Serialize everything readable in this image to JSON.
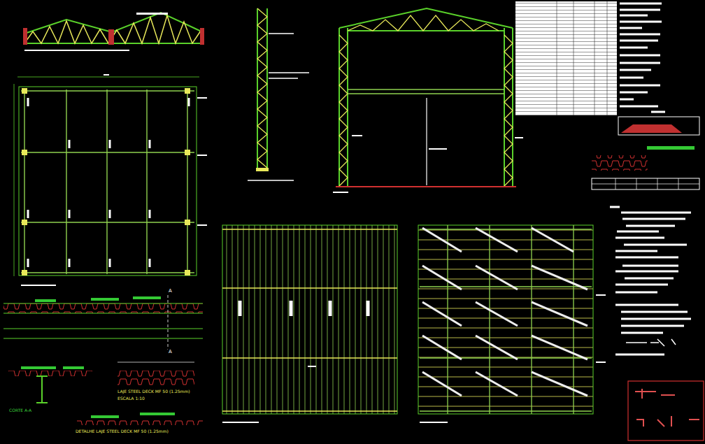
{
  "diagram": {
    "labels": [
      "A",
      "A",
      "CORTE A-A",
      "LAJE STEEL DECK MF 50 (1.25mm)",
      "ESCALA 1:10",
      "DETALHE LAJE STEEL DECK MF 50 (1.25mm)"
    ]
  }
}
